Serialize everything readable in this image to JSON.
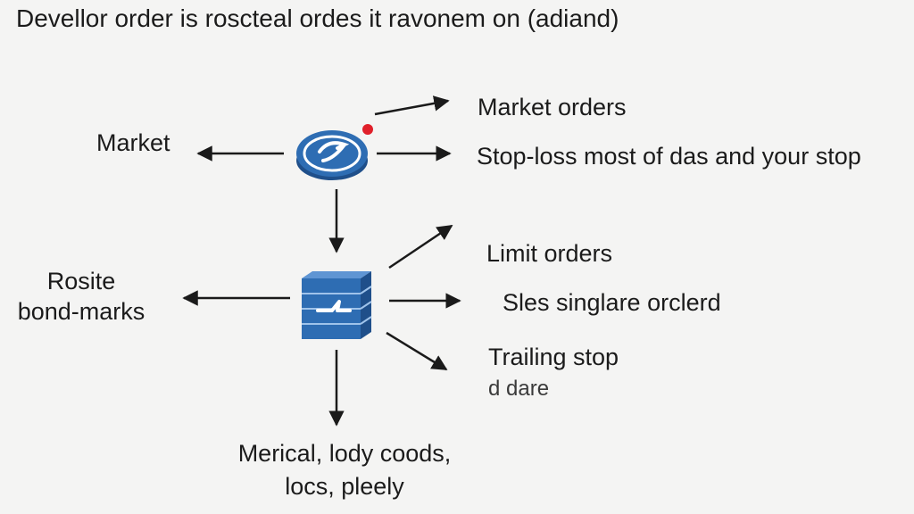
{
  "title": "Devellor order is roscteal ordes it ravonem on (adiand)",
  "top_node": {
    "icon": "disc-token-icon",
    "left_label": "Market",
    "right_labels": [
      "Market orders",
      "Stop-loss most of das and your stop"
    ]
  },
  "bottom_node": {
    "icon": "stacked-box-icon",
    "left_label_lines": [
      "Rosite",
      "bond-marks"
    ],
    "right_labels": [
      "Limit orders",
      "Sles singlare orclerd",
      "Trailing stop"
    ],
    "trailing_note": "d dare",
    "bottom_label_lines": [
      "Merical, lody coods,",
      "locs, pleely"
    ]
  },
  "colors": {
    "background": "#f4f4f3",
    "icon_blue": "#2e6db3",
    "icon_dark_blue": "#1f4f8a",
    "accent_red": "#e0202a",
    "arrow": "#1a1a1a"
  }
}
